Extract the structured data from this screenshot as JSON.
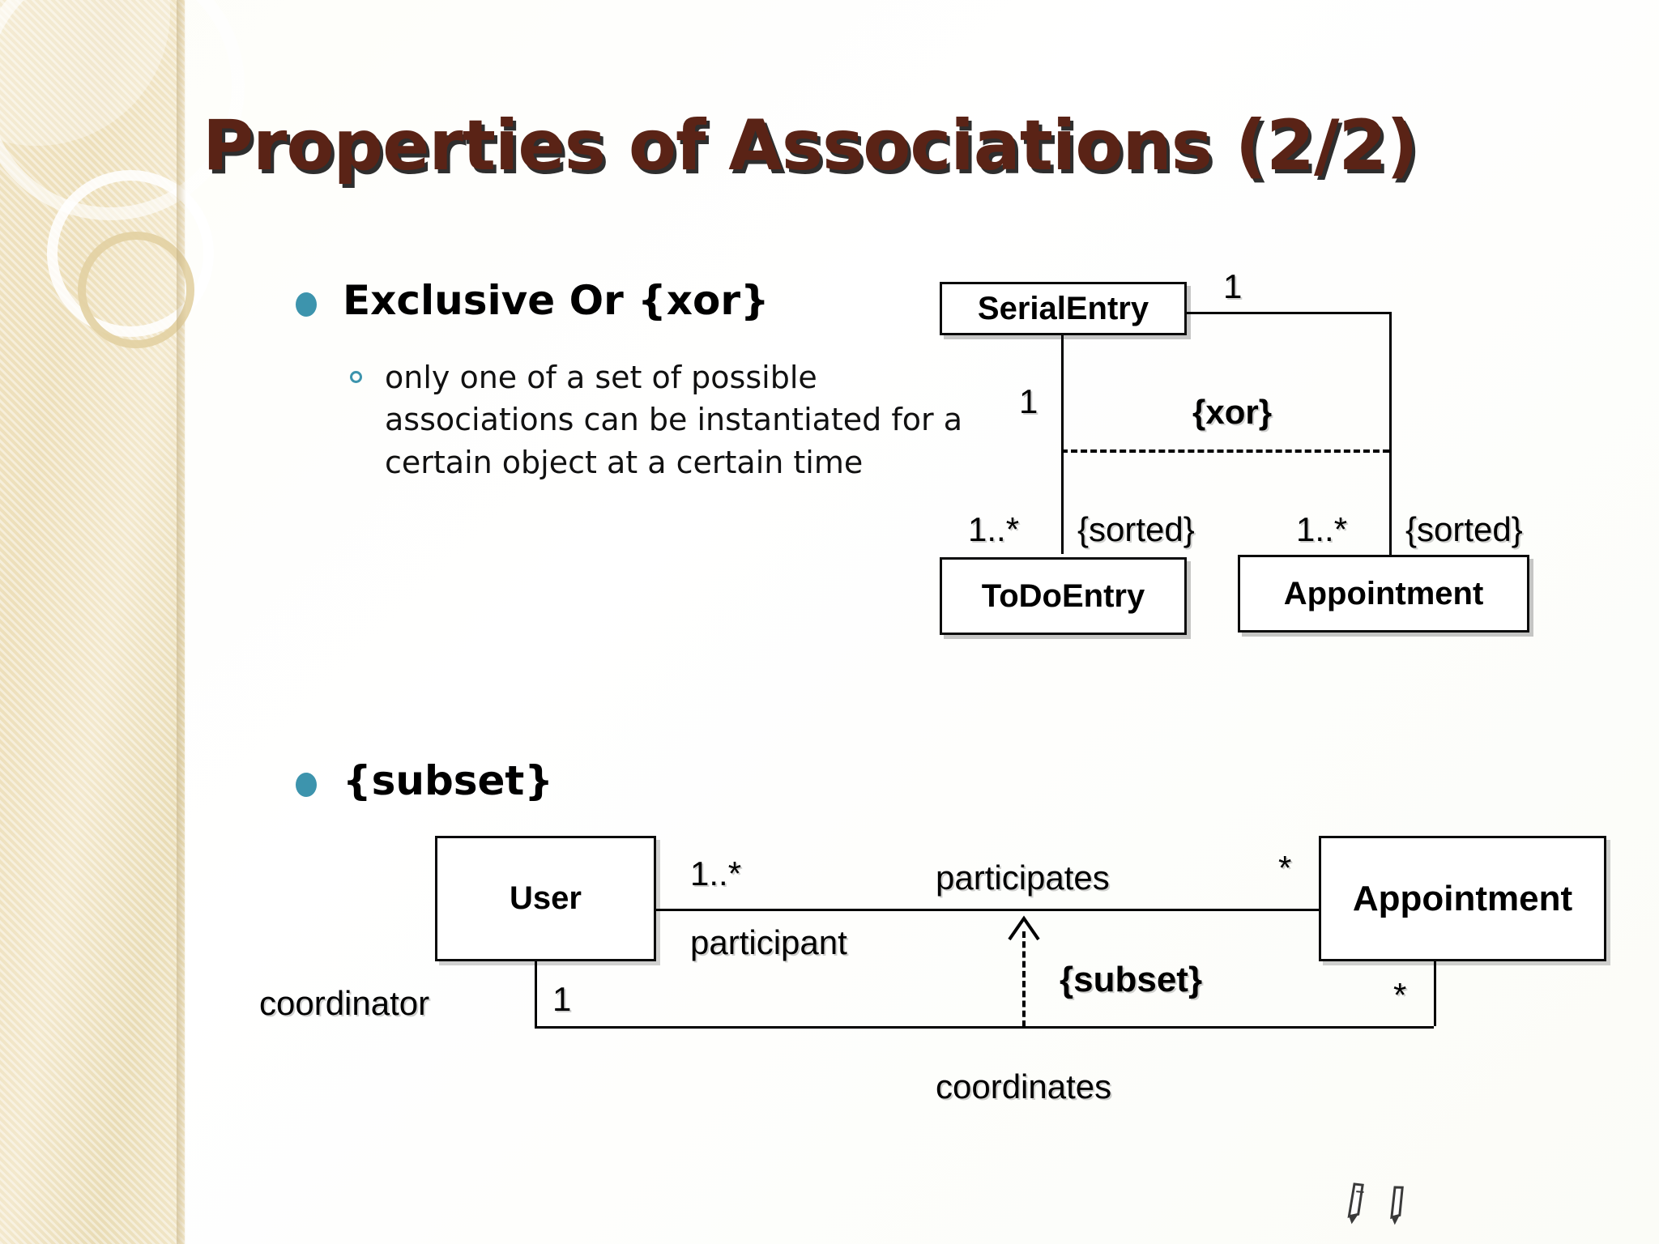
{
  "slide": {
    "title": "Properties of Associations (2/2)",
    "title_color": "#5a2316",
    "accent_color": "#3d94ad"
  },
  "bullets": [
    {
      "label": "Exclusive Or {xor}",
      "sub": "only one of a set of possible associations can be instantiated for a certain object at a certain time"
    },
    {
      "label": "{subset}"
    }
  ],
  "xor_diagram": {
    "classes": {
      "serial_entry": "SerialEntry",
      "todo_entry": "ToDoEntry",
      "appointment": "Appointment"
    },
    "labels": {
      "top_right_mult": "1",
      "left_mult": "1",
      "constraint": "{xor}",
      "left_bottom_mult": "1..*",
      "left_sorted": "{sorted}",
      "right_bottom_mult": "1..*",
      "right_sorted": "{sorted}"
    }
  },
  "subset_diagram": {
    "classes": {
      "user": "User",
      "appointment": "Appointment"
    },
    "labels": {
      "participates_mult_left": "1..*",
      "participates_name": "participates",
      "participates_mult_right": "*",
      "participant_role": "participant",
      "constraint": "{subset}",
      "coordinator_role": "coordinator",
      "coordinates_mult_left": "1",
      "coordinates_mult_right": "*",
      "coordinates_name": "coordinates"
    }
  }
}
